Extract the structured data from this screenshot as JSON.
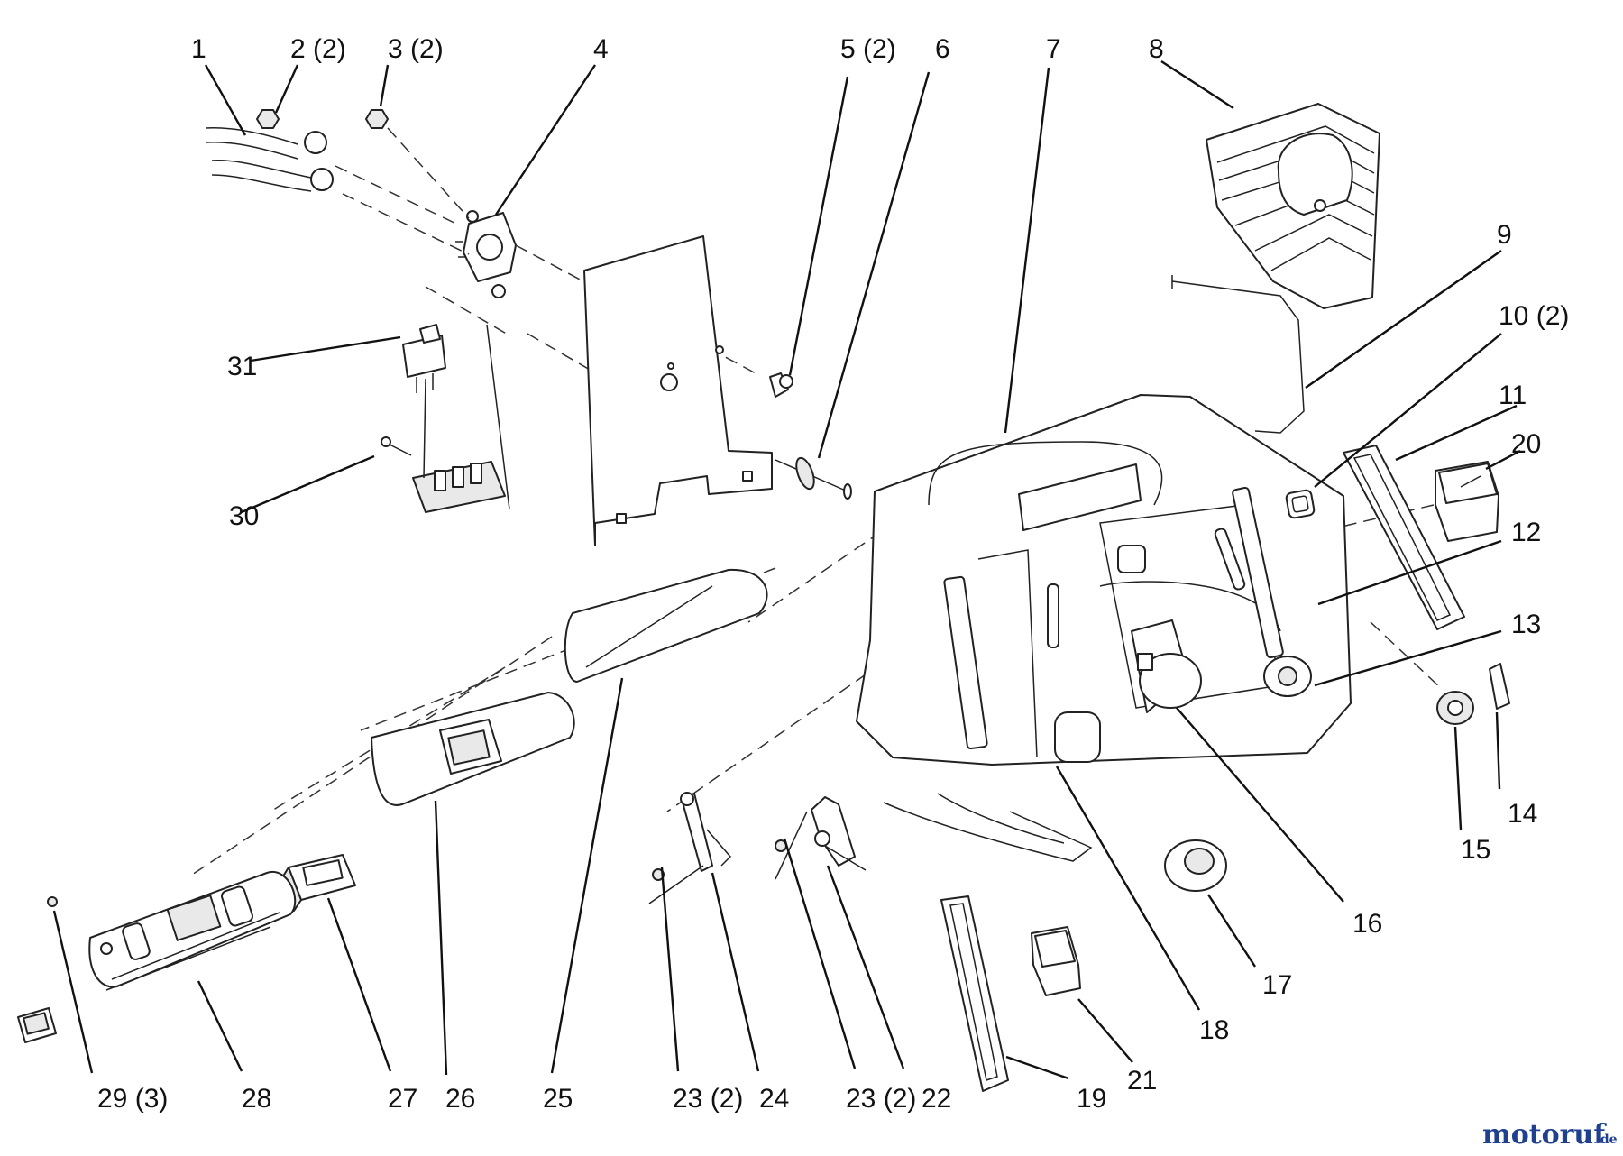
{
  "diagram": {
    "callouts": [
      {
        "id": "c1",
        "text": "1"
      },
      {
        "id": "c2",
        "text": "2 (2)"
      },
      {
        "id": "c3",
        "text": "3 (2)"
      },
      {
        "id": "c4",
        "text": "4"
      },
      {
        "id": "c5",
        "text": "5 (2)"
      },
      {
        "id": "c6",
        "text": "6"
      },
      {
        "id": "c7",
        "text": "7"
      },
      {
        "id": "c8",
        "text": "8"
      },
      {
        "id": "c9",
        "text": "9"
      },
      {
        "id": "c10",
        "text": "10 (2)"
      },
      {
        "id": "c11",
        "text": "11"
      },
      {
        "id": "c20",
        "text": "20"
      },
      {
        "id": "c12",
        "text": "12"
      },
      {
        "id": "c13",
        "text": "13"
      },
      {
        "id": "c14",
        "text": "14"
      },
      {
        "id": "c15",
        "text": "15"
      },
      {
        "id": "c16",
        "text": "16"
      },
      {
        "id": "c17",
        "text": "17"
      },
      {
        "id": "c18",
        "text": "18"
      },
      {
        "id": "c19",
        "text": "19"
      },
      {
        "id": "c21",
        "text": "21"
      },
      {
        "id": "c22",
        "text": "22"
      },
      {
        "id": "c23b",
        "text": "23 (2)"
      },
      {
        "id": "c24",
        "text": "24"
      },
      {
        "id": "c23a",
        "text": "23 (2)"
      },
      {
        "id": "c25",
        "text": "25"
      },
      {
        "id": "c26",
        "text": "26"
      },
      {
        "id": "c27",
        "text": "27"
      },
      {
        "id": "c28",
        "text": "28"
      },
      {
        "id": "c29",
        "text": "29 (3)"
      },
      {
        "id": "c30",
        "text": "30"
      },
      {
        "id": "c31",
        "text": "31"
      }
    ]
  },
  "watermark": {
    "brand": "motoruf",
    "suffix": ".de"
  }
}
